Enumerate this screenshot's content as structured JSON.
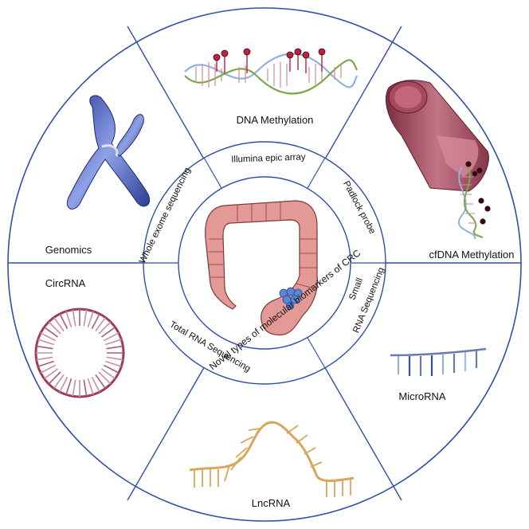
{
  "colors": {
    "outline": "#2f4fa8",
    "chromosome": "#3a4fb0",
    "colon": "#e39a96",
    "colon_stroke": "#7a3b3b",
    "tumor": "#5b86d6",
    "circrna": "#9c3b5a",
    "lncrna": "#d6a65a",
    "microrna": "#6a79b5",
    "vessel": "#9b4a5c",
    "dna_strand_green": "#7aa84a",
    "dna_strand_blue": "#8fb0e0",
    "methyl": "#c0203a"
  },
  "outer_segments": [
    {
      "id": "dna-methylation",
      "label": "DNA Methylation",
      "icon": "dna-helix-methylation-icon"
    },
    {
      "id": "cfdna-methylation",
      "label": "cfDNA Methylation",
      "icon": "blood-vessel-cfdna-icon"
    },
    {
      "id": "microrna",
      "label": "MicroRNA",
      "icon": "microrna-icon"
    },
    {
      "id": "lncrna",
      "label": "LncRNA",
      "icon": "lncrna-icon"
    },
    {
      "id": "circrna",
      "label": "CircRNA",
      "icon": "circrna-icon"
    },
    {
      "id": "genomics",
      "label": "Genomics",
      "icon": "chromosome-icon"
    }
  ],
  "ring_methods": {
    "illumina": "Illumina epic array",
    "padlock": "Padlock probe",
    "small_rna_1": "Small",
    "small_rna_2": "RNA Sequencing",
    "total_rna": "Total RNA Sequencing",
    "wes": "Whole exome sequencing"
  },
  "center": {
    "label": "Novel types of molecular biomarkers of CRC",
    "icon": "colon-icon"
  }
}
